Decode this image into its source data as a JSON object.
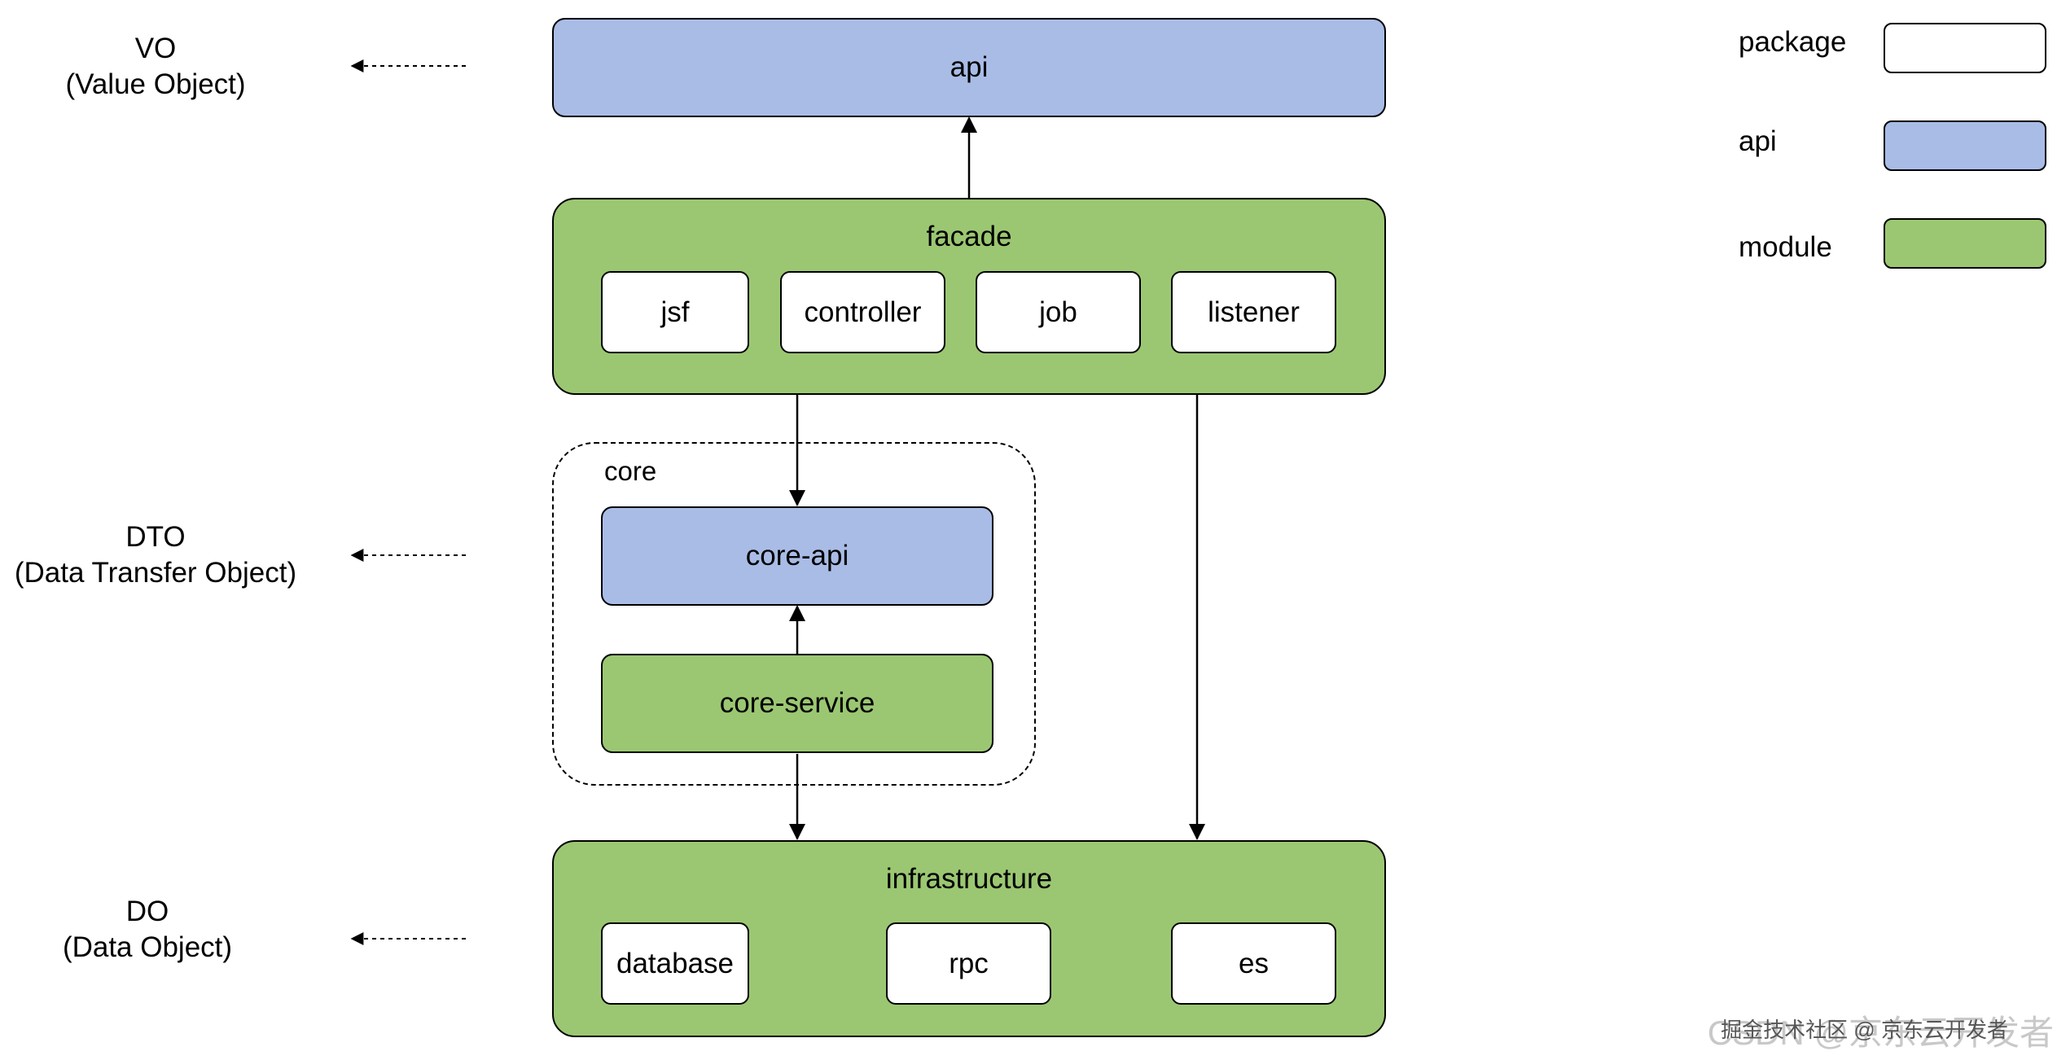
{
  "side_labels": {
    "vo": {
      "name": "VO",
      "full": "(Value Object)"
    },
    "dto": {
      "name": "DTO",
      "full": "(Data Transfer Object)"
    },
    "do": {
      "name": "DO",
      "full": "(Data Object)"
    }
  },
  "nodes": {
    "api": "api",
    "facade": {
      "title": "facade",
      "packages": [
        "jsf",
        "controller",
        "job",
        "listener"
      ]
    },
    "core": {
      "title": "core",
      "api": "core-api",
      "service": "core-service"
    },
    "infrastructure": {
      "title": "infrastructure",
      "packages": [
        "database",
        "rpc",
        "es"
      ]
    }
  },
  "legend": {
    "items": [
      {
        "label": "package",
        "color": "#ffffff"
      },
      {
        "label": "api",
        "color": "#a9bce6"
      },
      {
        "label": "module",
        "color": "#9bc772"
      }
    ]
  },
  "colors": {
    "api": "#a9bce6",
    "module": "#9bc772",
    "package": "#ffffff"
  },
  "watermark": {
    "main": "CSDN @京东云开发者",
    "overlay": "掘金技术社区 @ 京东云开发者"
  }
}
